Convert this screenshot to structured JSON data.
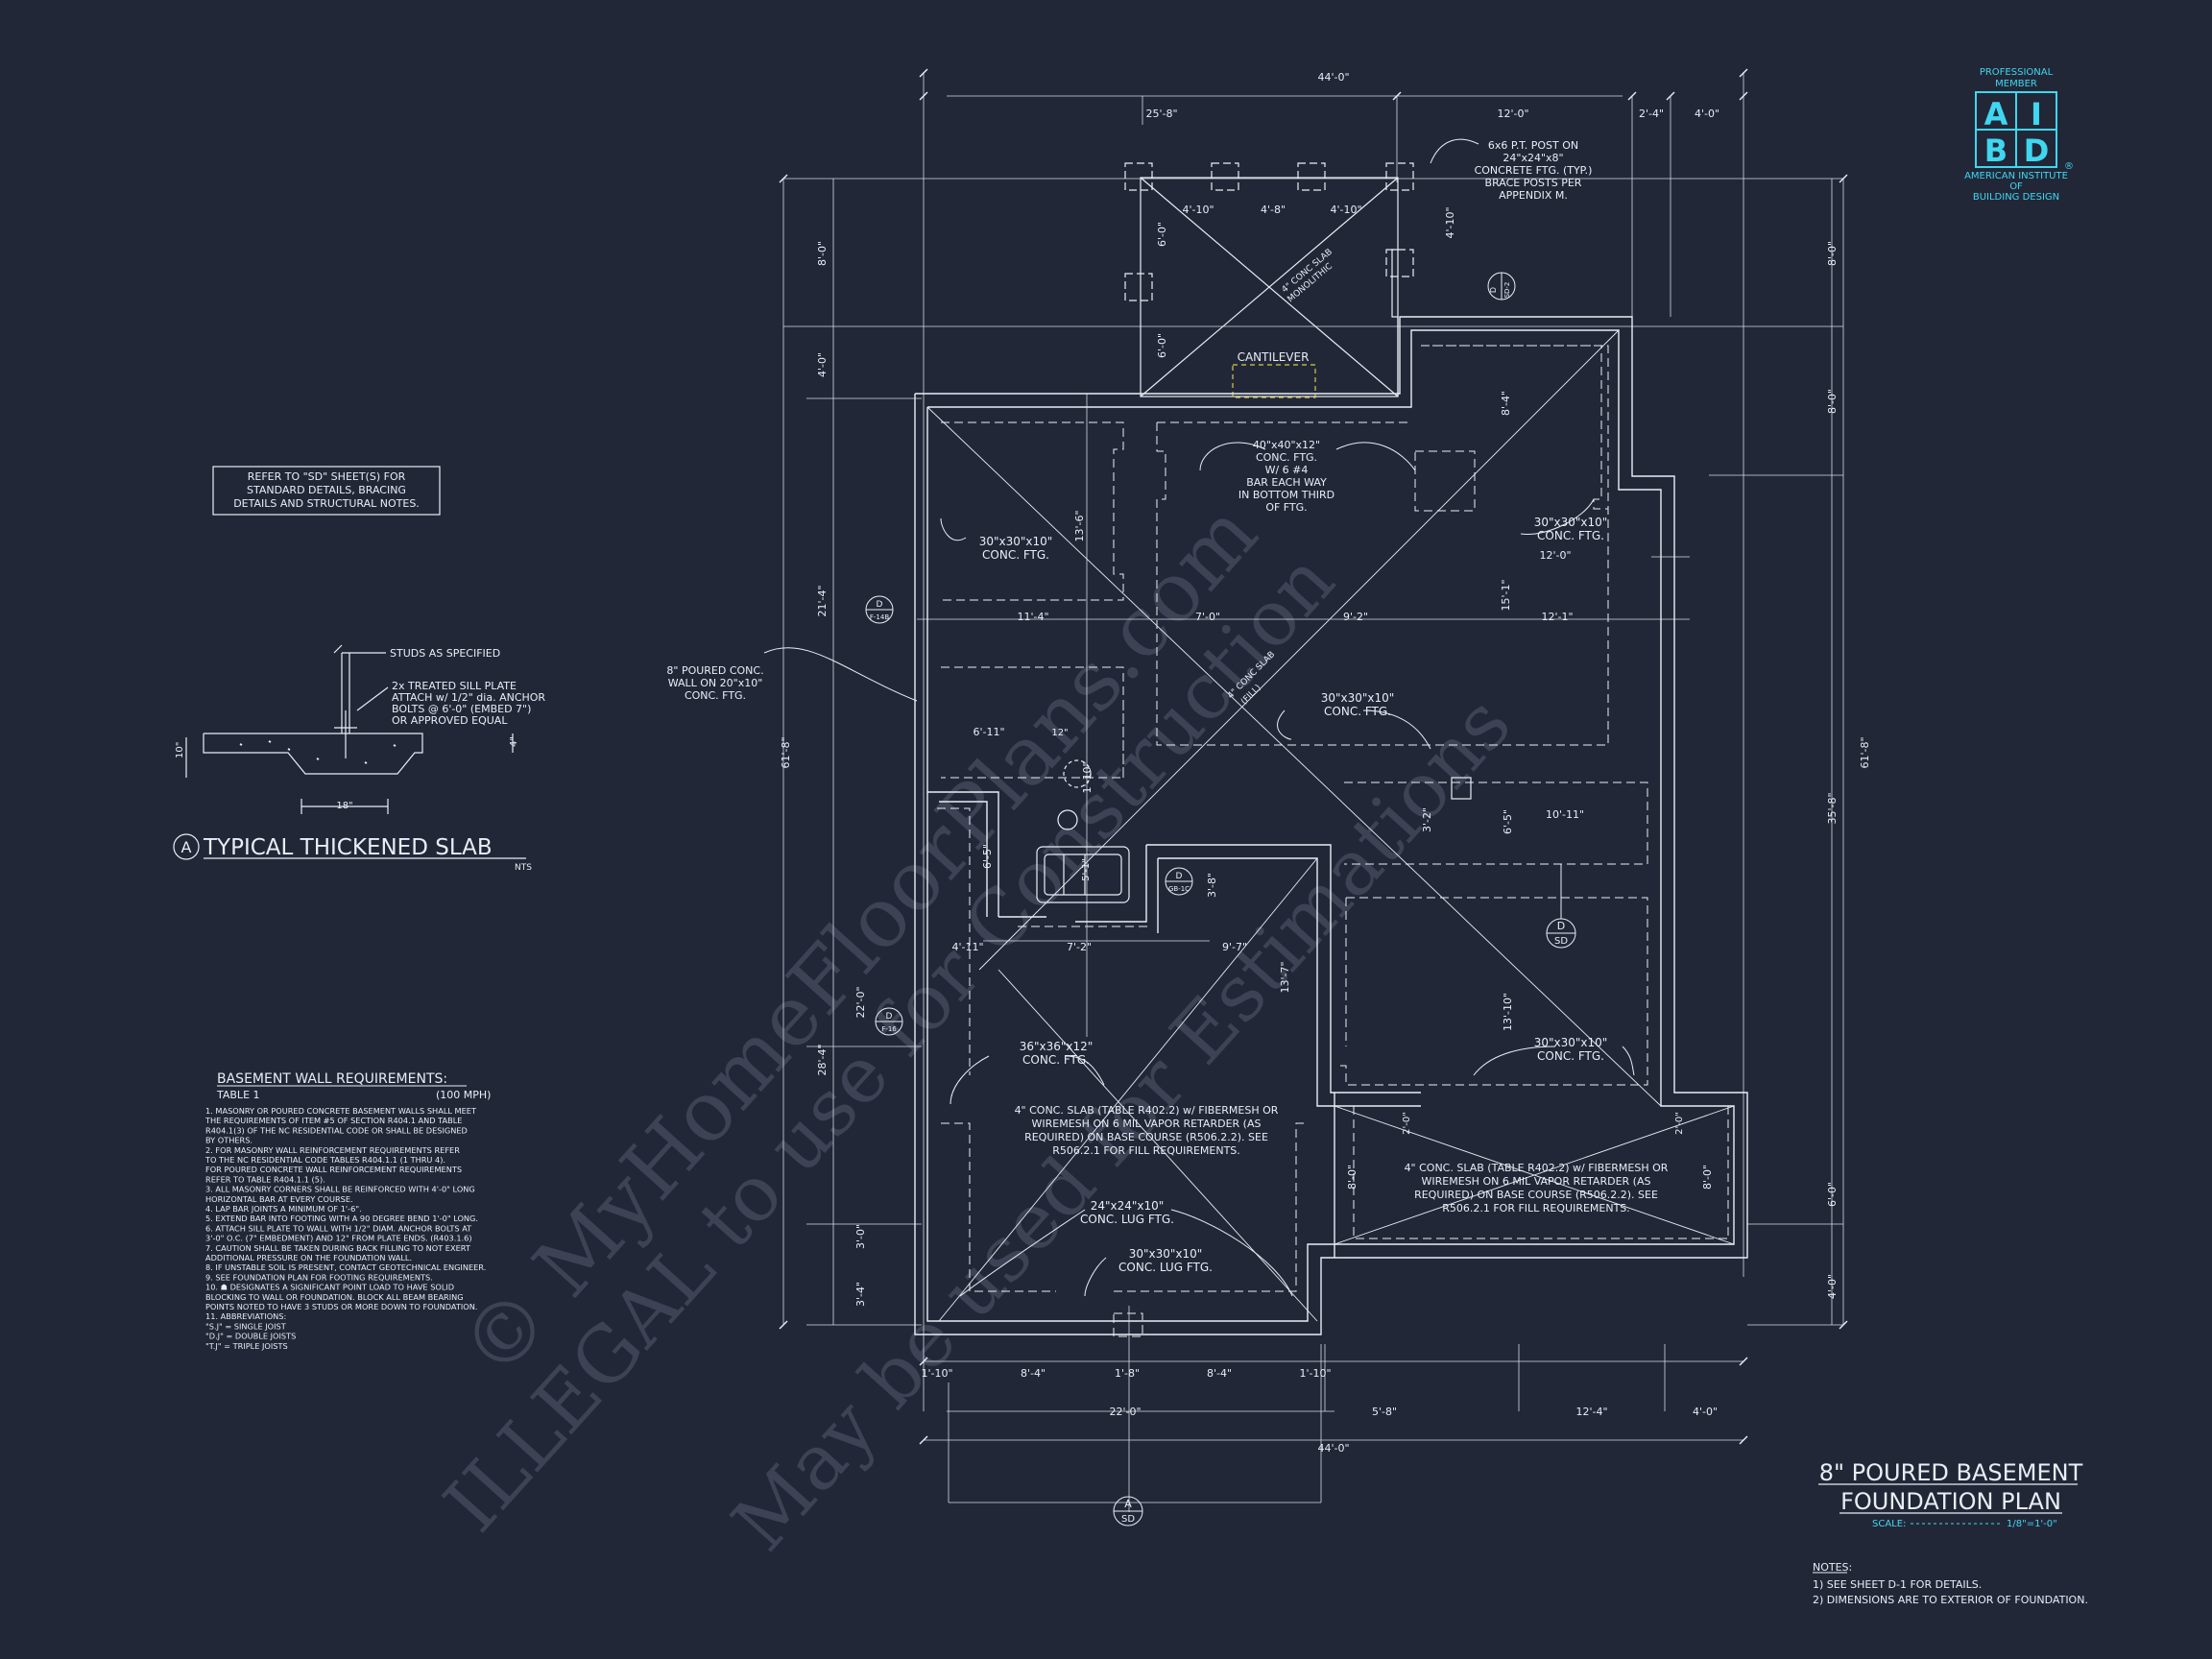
{
  "colors": {
    "background": "#222738",
    "linework": "#e9edf5",
    "accent_cyan": "#3fd7ef",
    "accent_yellow": "#d8c84a"
  },
  "logo": {
    "top_lines": [
      "PROFESSIONAL",
      "MEMBER"
    ],
    "letters": [
      "A",
      "I",
      "B",
      "D"
    ],
    "bottom_lines": [
      "AMERICAN INSTITUTE",
      "OF",
      "BUILDING DESIGN"
    ],
    "registered": "®"
  },
  "watermark": {
    "line1": "© MyHomeFloorPlans.com",
    "line2": "ILLEGAL to use for Construction",
    "line3": "May be used for Estimations"
  },
  "refer_note": {
    "lines": [
      "REFER TO \"SD\" SHEET(S) FOR",
      "STANDARD DETAILS, BRACING",
      "DETAILS AND STRUCTURAL NOTES."
    ]
  },
  "slab_detail": {
    "callout_studs": "STUDS AS SPECIFIED",
    "callout_plate": [
      "2x TREATED SILL PLATE",
      "ATTACH w/ 1/2\" dia. ANCHOR",
      "BOLTS @ 6'-0\" (EMBED 7\")",
      "OR APPROVED EQUAL"
    ],
    "dim_width": "18\"",
    "dim_depth": "10\"",
    "dim_slab": "4\"",
    "tag": "A",
    "title": "TYPICAL THICKENED SLAB",
    "scale": "NTS"
  },
  "basement_requirements": {
    "title": "BASEMENT WALL REQUIREMENTS:",
    "table": "TABLE 1",
    "wind": "(100 MPH)",
    "lines": [
      "1. MASONRY OR POURED CONCRETE BASEMENT WALLS SHALL MEET",
      "   THE REQUIREMENTS OF ITEM #5 OF SECTION R404.1 AND TABLE",
      "   R404.1(3) OF THE NC RESIDENTIAL CODE OR SHALL BE DESIGNED",
      "   BY OTHERS.",
      "2. FOR MASONRY WALL REINFORCEMENT REQUIREMENTS REFER",
      "   TO THE NC RESIDENTIAL CODE TABLES R404.1.1 (1 THRU 4).",
      "   FOR POURED CONCRETE WALL REINFORCEMENT REQUIREMENTS",
      "   REFER TO TABLE R404.1.1 (5).",
      "3. ALL MASONRY CORNERS SHALL BE REINFORCED WITH 4'-0\" LONG",
      "   HORIZONTAL BAR AT EVERY COURSE.",
      "4. LAP BAR JOINTS A MINIMUM OF 1'-6\".",
      "5. EXTEND BAR INTO FOOTING WITH A 90 DEGREE BEND 1'-0\" LONG.",
      "6. ATTACH SILL PLATE TO WALL WITH 1/2\" DIAM. ANCHOR BOLTS AT",
      "   3'-0\" O.C. (7\" EMBEDMENT) AND 12\" FROM PLATE ENDS. (R403.1.6)",
      "7. CAUTION SHALL BE TAKEN DURING BACK FILLING TO NOT EXERT",
      "   ADDITIONAL PRESSURE ON THE FOUNDATION WALL.",
      "8. IF UNSTABLE SOIL IS PRESENT, CONTACT GEOTECHNICAL ENGINEER.",
      "9. SEE FOUNDATION PLAN FOR FOOTING REQUIREMENTS.",
      "10. ☗ DESIGNATES A SIGNIFICANT POINT LOAD TO HAVE SOLID",
      "   BLOCKING TO WALL OR FOUNDATION. BLOCK ALL BEAM BEARING",
      "   POINTS NOTED TO HAVE 3 STUDS OR MORE DOWN TO FOUNDATION.",
      "11. ABBREVIATIONS:",
      "   \"S.J\" = SINGLE JOIST",
      "   \"D.J\" = DOUBLE JOISTS",
      "   \"T.J\" = TRIPLE JOISTS"
    ]
  },
  "plan_title": {
    "line1": "8\" POURED BASEMENT",
    "line2": "FOUNDATION PLAN",
    "scale_label": "SCALE:",
    "scale_value": "1/8\"=1'-0\""
  },
  "notes": {
    "title": "NOTES:",
    "lines": [
      "1) SEE SHEET D-1 FOR DETAILS.",
      "2) DIMENSIONS ARE TO EXTERIOR OF FOUNDATION."
    ]
  },
  "plan_labels": {
    "post_callout": [
      "6x6 P.T. POST ON",
      "24\"x24\"x8\"",
      "CONCRETE FTG. (TYP.)",
      "BRACE POSTS PER",
      "APPENDIX M."
    ],
    "porch_slab": [
      "4\" CONC SLAB",
      "MONOLITHIC"
    ],
    "cantilever": "CANTILEVER",
    "ftg_40": [
      "40\"x40\"x12\"",
      "CONC. FTG.",
      "W/ 6 #4",
      "BAR EACH WAY",
      "IN BOTTOM THIRD",
      "OF FTG."
    ],
    "ftg_30_ul": [
      "30\"x30\"x10\"",
      "CONC. FTG."
    ],
    "ftg_30_ur": [
      "30\"x30\"x10\"",
      "CONC. FTG."
    ],
    "ftg_30_mid": [
      "30\"x30\"x10\"",
      "CONC. FTG."
    ],
    "ftg_30_right": [
      "30\"x30\"x10\"",
      "CONC. FTG."
    ],
    "ftg_36": [
      "36\"x36\"x12\"",
      "CONC. FTG."
    ],
    "wall_callout": [
      "8\" POURED CONC.",
      "WALL ON 20\"x10\"",
      "CONC. FTG."
    ],
    "slab_main": [
      "4\" CONC. SLAB (TABLE R402.2) w/ FIBERMESH OR",
      "WIREMESH ON 6 MIL VAPOR RETARDER (AS",
      "REQUIRED) ON BASE COURSE (R506.2.2). SEE",
      "R506.2.1 FOR FILL REQUIREMENTS."
    ],
    "slab_right": [
      "4\" CONC. SLAB (TABLE R402.2) w/ FIBERMESH OR",
      "WIREMESH ON 6 MIL VAPOR RETARDER (AS",
      "REQUIRED) ON BASE COURSE (R506.2.2). SEE",
      "R506.2.1 FOR FILL REQUIREMENTS."
    ],
    "lug_24": [
      "24\"x24\"x10\"",
      "CONC. LUG FTG."
    ],
    "lug_30": [
      "30\"x30\"x10\"",
      "CONC. LUG FTG."
    ],
    "diag_slab": [
      "4\" CONC SLAB",
      "(FILL)"
    ],
    "sec_tag_top": "A",
    "sec_tag_sd": "SD",
    "sec_tag_d": "D",
    "sec_tag_d_ref1": "F-14B",
    "sec_tag_d_ref2": "F-16",
    "sec_tag_d_ref3": "GB-1C",
    "sec_tag_d_ref4": "SD-2",
    "detail_tag_d": "D"
  },
  "dimensions": {
    "top_overall": "44'-0\"",
    "top_a": "25'-8\"",
    "top_b": "12'-0\"",
    "top_c": "2'-4\"",
    "top_d": "4'-0\"",
    "porch_a": "4'-10\"",
    "porch_b": "4'-8\"",
    "porch_c": "4'-10\"",
    "porch_v1": "6'-0\"",
    "porch_v2": "6'-0\"",
    "porch_v3": "4'-10\"",
    "bottom_overall": "44'-0\"",
    "bottom_22": "22'-0\"",
    "bottom_a": "1'-10\"",
    "bottom_b": "8'-4\"",
    "bottom_c": "1'-8\"",
    "bottom_d": "8'-4\"",
    "bottom_e": "1'-10\"",
    "bottom_f": "5'-8\"",
    "bottom_g": "12'-4\"",
    "bottom_h": "4'-0\"",
    "left_overall": "61'-8\"",
    "left_a": "8'-0\"",
    "left_b": "4'-0\"",
    "left_c": "21'-4\"",
    "left_d": "28'-4\"",
    "left_e": "22'-0\"",
    "left_f": "3'-0\"",
    "left_g": "3'-4\"",
    "right_overall": "61'-8\"",
    "right_a": "8'-0\"",
    "right_b": "8'-0\"",
    "right_c": "35'-8\"",
    "right_d": "6'-0\"",
    "right_e": "4'-0\"",
    "int_a": "11'-4\"",
    "int_b": "7'-0\"",
    "int_c": "9'-2\"",
    "int_d": "12'-1\"",
    "int_e": "12'-0\"",
    "int_f": "15'-1\"",
    "int_g": "13'-6\"",
    "int_h": "6'-11\"",
    "int_i": "12\"",
    "int_j": "1'-10\"",
    "int_k": "6'-5\"",
    "int_l": "3'-2\"",
    "int_m": "6'-5\"",
    "int_n": "10'-11\"",
    "int_o": "4'-11\"",
    "int_p": "7'-2\"",
    "int_q": "9'-7\"",
    "int_r": "3'-8\"",
    "int_s": "5'-1\"",
    "int_t": "13'-7\"",
    "int_u": "13'-10\"",
    "int_v": "2'-0\"",
    "int_w": "8'-0\"",
    "int_x": "8'-0\"",
    "int_y": "2'-0\"",
    "int_z": "8'-4\""
  }
}
